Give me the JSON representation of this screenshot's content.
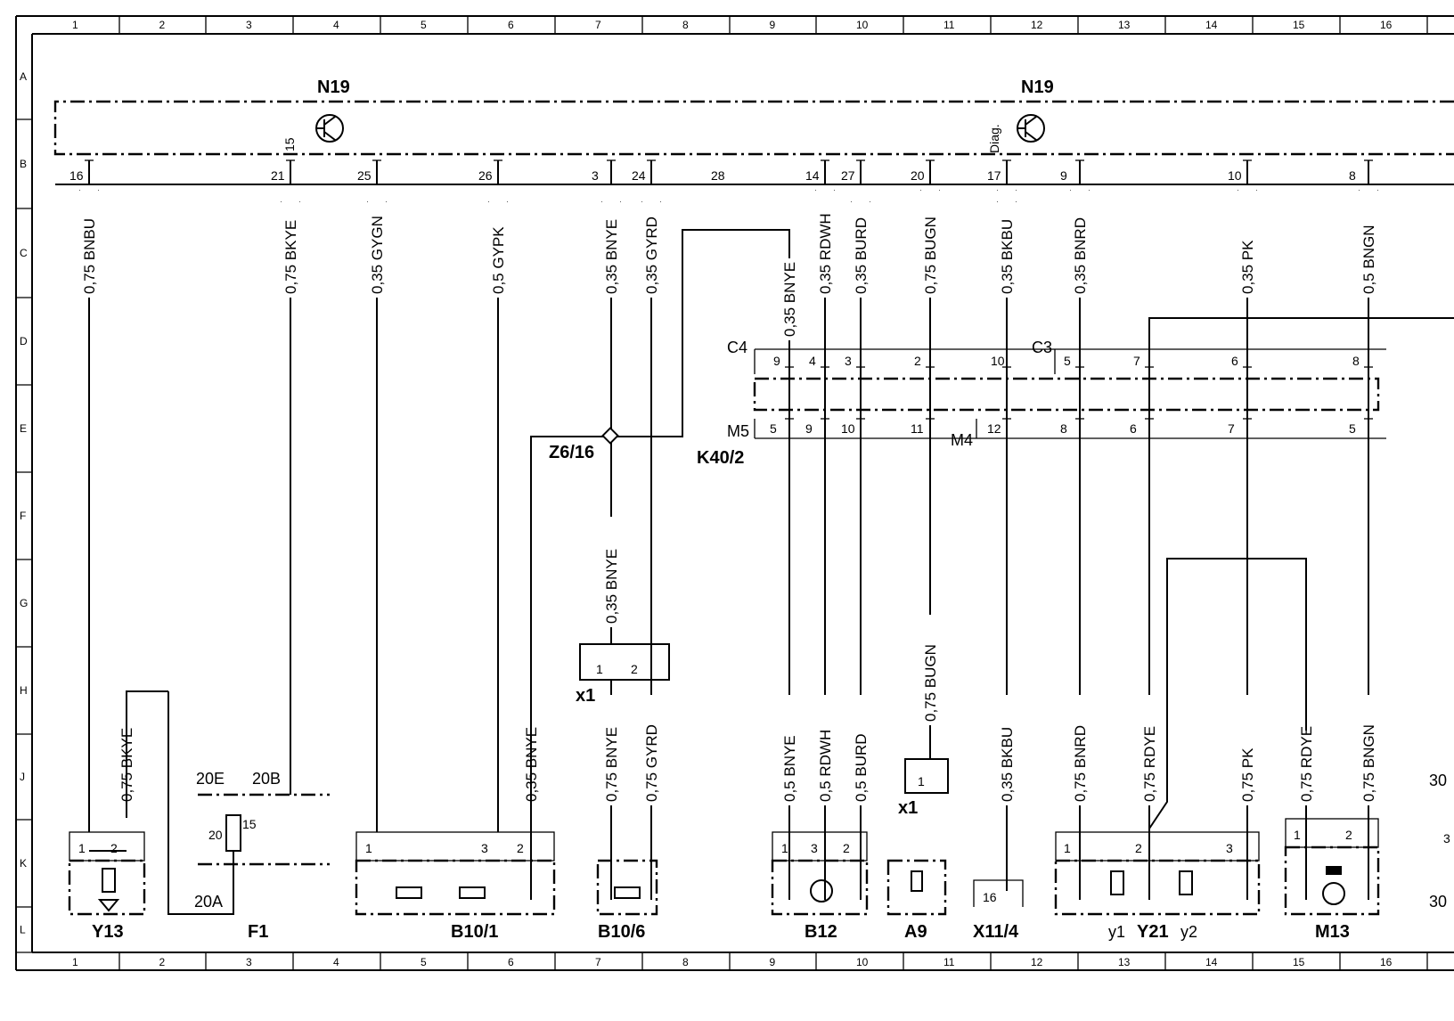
{
  "columns": [
    "1",
    "2",
    "3",
    "4",
    "5",
    "6",
    "7",
    "8",
    "9",
    "10",
    "11",
    "12",
    "13",
    "14",
    "15",
    "16"
  ],
  "rows": [
    "A",
    "B",
    "C",
    "D",
    "E",
    "F",
    "G",
    "H",
    "J",
    "K",
    "L"
  ],
  "modules": {
    "n19_left": "N19",
    "n19_right": "N19",
    "diag": "Diag.",
    "k40": "K40/2",
    "z616": "Z6/16",
    "c4": "C4",
    "c3": "C3",
    "m5": "M5",
    "m4": "M4",
    "x1a": "x1",
    "x1b": "x1",
    "f1_20e": "20E",
    "f1_20b": "20B",
    "f1_20a": "20A",
    "f1_20": "20",
    "f1_15": "15",
    "y21_y1": "y1",
    "y21_y2": "y2",
    "cut_30a": "30",
    "cut_30b": "30",
    "cut_3": "3"
  },
  "wires": {
    "w16": "0,75  BNBU",
    "w21": "0,75  BKYE",
    "w25": "0,35  GYGN",
    "w26": "0,5  GYPK",
    "w3": "0,35  BNYE",
    "w24": "0,35  GYRD",
    "w28": "0,35  BNYE",
    "w14": "0,35  RDWH",
    "w27": "0,35  BURD",
    "w20": "0,75  BUGN",
    "w17": "0,35  BKBU",
    "w9": "0,35  BNRD",
    "w10": "0,35  PK",
    "w8": "0,5  BNGN",
    "wf_bnye": "0,35  BNYE",
    "wy13": "0,75  BKYE",
    "wb101": "0,35  BNYE",
    "wb106a": "0,75  BNYE",
    "wb106b": "0,75  GYRD",
    "wb12a": "0,5  BNYE",
    "wb12b": "0,5  RDWH",
    "wb12c": "0,5  BURD",
    "wa9": "0,75  BUGN",
    "wx11": "0,35  BKBU",
    "wy21a": "0,75  BNRD",
    "wy21b": "0,75  RDYE",
    "wy21c": "0,75  PK",
    "wm13a": "0,75  RDYE",
    "wm13b": "0,75  BNGN"
  },
  "n19_pins": [
    "16",
    "21",
    "15",
    "25",
    "26",
    "3",
    "24",
    "28",
    "14",
    "27",
    "20",
    "17",
    "9",
    "10",
    "8"
  ],
  "components": [
    "Y13",
    "F1",
    "B10/1",
    "B10/6",
    "B12",
    "A9",
    "X11/4",
    "Y21",
    "M13"
  ]
}
